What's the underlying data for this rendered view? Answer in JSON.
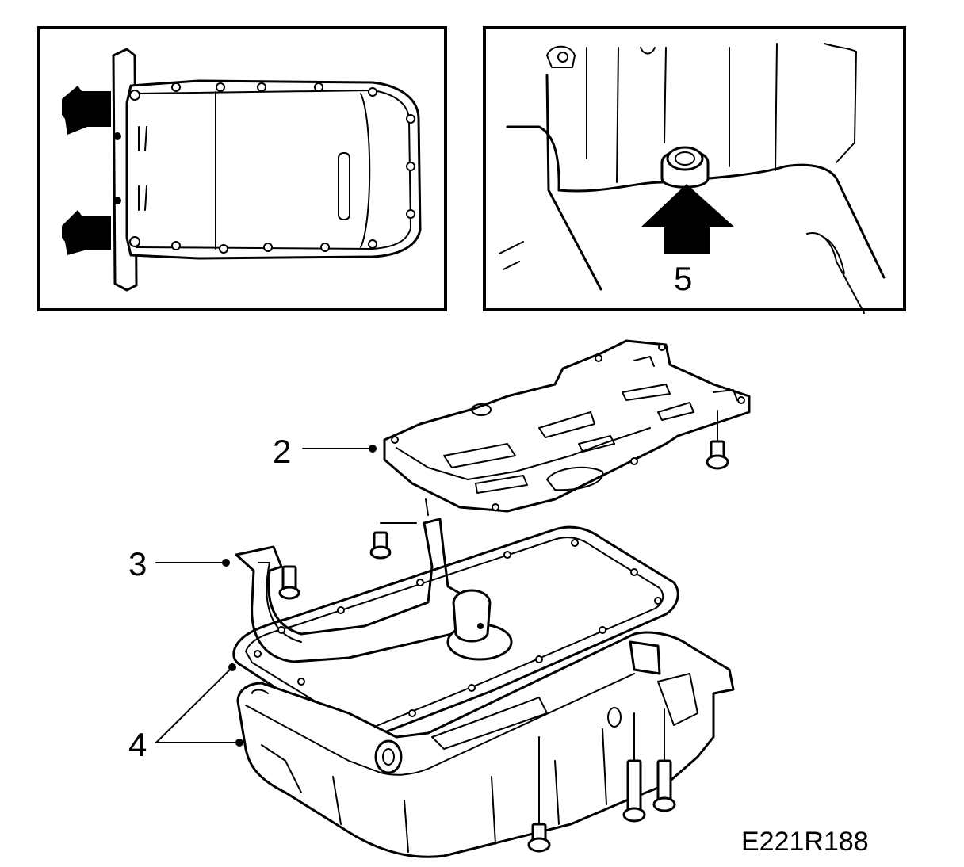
{
  "figure_id": "E221R188",
  "callouts": {
    "baffle_plate": "2",
    "oil_pickup_pipe": "3",
    "gasket_and_pan": "4",
    "drain_plug": "5"
  }
}
